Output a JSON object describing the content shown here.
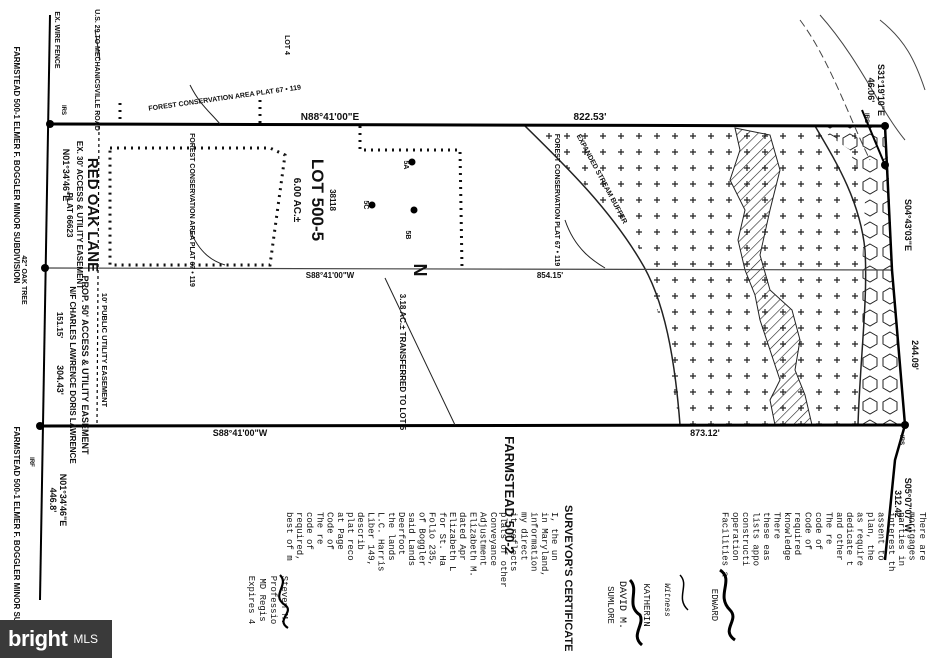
{
  "plat": {
    "lot_label": "LOT 500-5",
    "lot_area": "6.00 AC.±",
    "lot_id": "38118",
    "lot_4": "LOT 4",
    "road_name": "RED OAK LANE",
    "road_sub": "EX. 30' ACCESS & UTILITY EASEMENT",
    "road_plat": "PLAT 66623",
    "mechanicsville": "U.S. 29 TO MECHANICSVILLE ROAD",
    "ex_wire_fence": "EX. WIRE FENCE",
    "fca_top": "FOREST CONSERVATION AREA PLAT 67 • 119",
    "fca_left": "FOREST CONSERVATION AREA PLAT 67 • 119",
    "fca_right": "FOREST CONSERVATION PLAT 67 • 119",
    "stream_buffer": "EXPANDED STREAM BUFFER",
    "bearing_top": "N88°41'00\"E",
    "dist_top": "822.53'",
    "bearing_mid": "S88°41'00\"W",
    "dist_mid": "854.15'",
    "bearing_bot": "S88°41'00\"W",
    "dist_bot": "873.12'",
    "left_bearing_top": "N01°34'46\"E",
    "left_bearing_bot": "N01°34'46\"E",
    "left_dist_bot": "446.8'",
    "left_dist_mid": "304.43'",
    "left_151": "151.15'",
    "right_top_bearing": "S31°19'10\"E",
    "right_top_dist": "46.06'",
    "right_mid_bearing": "S04°43'03\"E",
    "right_mid_dist": "244.09'",
    "right_bot_bearing": "S05°07'07\"W",
    "right_bot_dist": "312.42'",
    "transfer": "3.18 AC.± TRANSFERRED TO LOT 5",
    "farmstead": "FARMSTEAD 500-2",
    "prop_access": "PROP. 50' ACCESS & UTILITY EASEMENT",
    "public_util": "10' PUBLIC UTILITY EASEMENT",
    "farmstead_1": "FARMSTEAD 500-1 ELMER F. BOGGLER MINOR SUBDIVISION",
    "farmstead_2": "FARMSTEAD 500-1 ELMER F. BOGGLER MINOR SUBDIVISION",
    "charles": "N/F CHARLES LAWRENCE DORIS LAWRENCE",
    "oak_tree": "42\" OAK TREE",
    "irs": "IRS",
    "irf": "IRF",
    "wells": [
      "5A",
      "5C",
      "5B"
    ],
    "north": "N"
  },
  "notes": {
    "surveyor_title": "SURVEYOR'S CERTIFICATE",
    "surveyor_lines": [
      "I, the un",
      "in Maryland,",
      "information",
      "my direct",
      "it reflects",
      "plats of other",
      "Conveyance",
      "Adjustment",
      "Elizabeth M.",
      "dated Apr",
      "Elizabeth L",
      "for St. Ha",
      "Folio 235,",
      "of Boggler",
      "said Lands",
      "Deerfoot",
      "the lands",
      "L.C. Harris",
      "Liber 149,",
      "describ",
      "plat reco",
      "at Page",
      "Code of",
      "The re",
      "code of",
      "required,",
      "best of m"
    ],
    "signer_name": "Steven M.",
    "signer_title": "Professio",
    "signer_reg": "MD Regis",
    "signer_exp": "Expires 4",
    "owner_witness": "Witness",
    "owner_1": "KATHERIN",
    "owner_2": "DAVID M.",
    "owner_3": "SUMLORE",
    "owner_edward": "EDWARD",
    "owner_lines": [
      "There are",
      "mortgages",
      "parties in",
      "interest th",
      "assent to",
      "plan, the",
      "as require",
      "dedicate t",
      "and other",
      "The re",
      "code of",
      "Code of",
      "required",
      "knowledge",
      "There",
      "these eas",
      "lists appo",
      "constructi",
      "operation",
      "Facilities a"
    ]
  },
  "watermark": {
    "brand": "bright",
    "suffix": "MLS"
  }
}
